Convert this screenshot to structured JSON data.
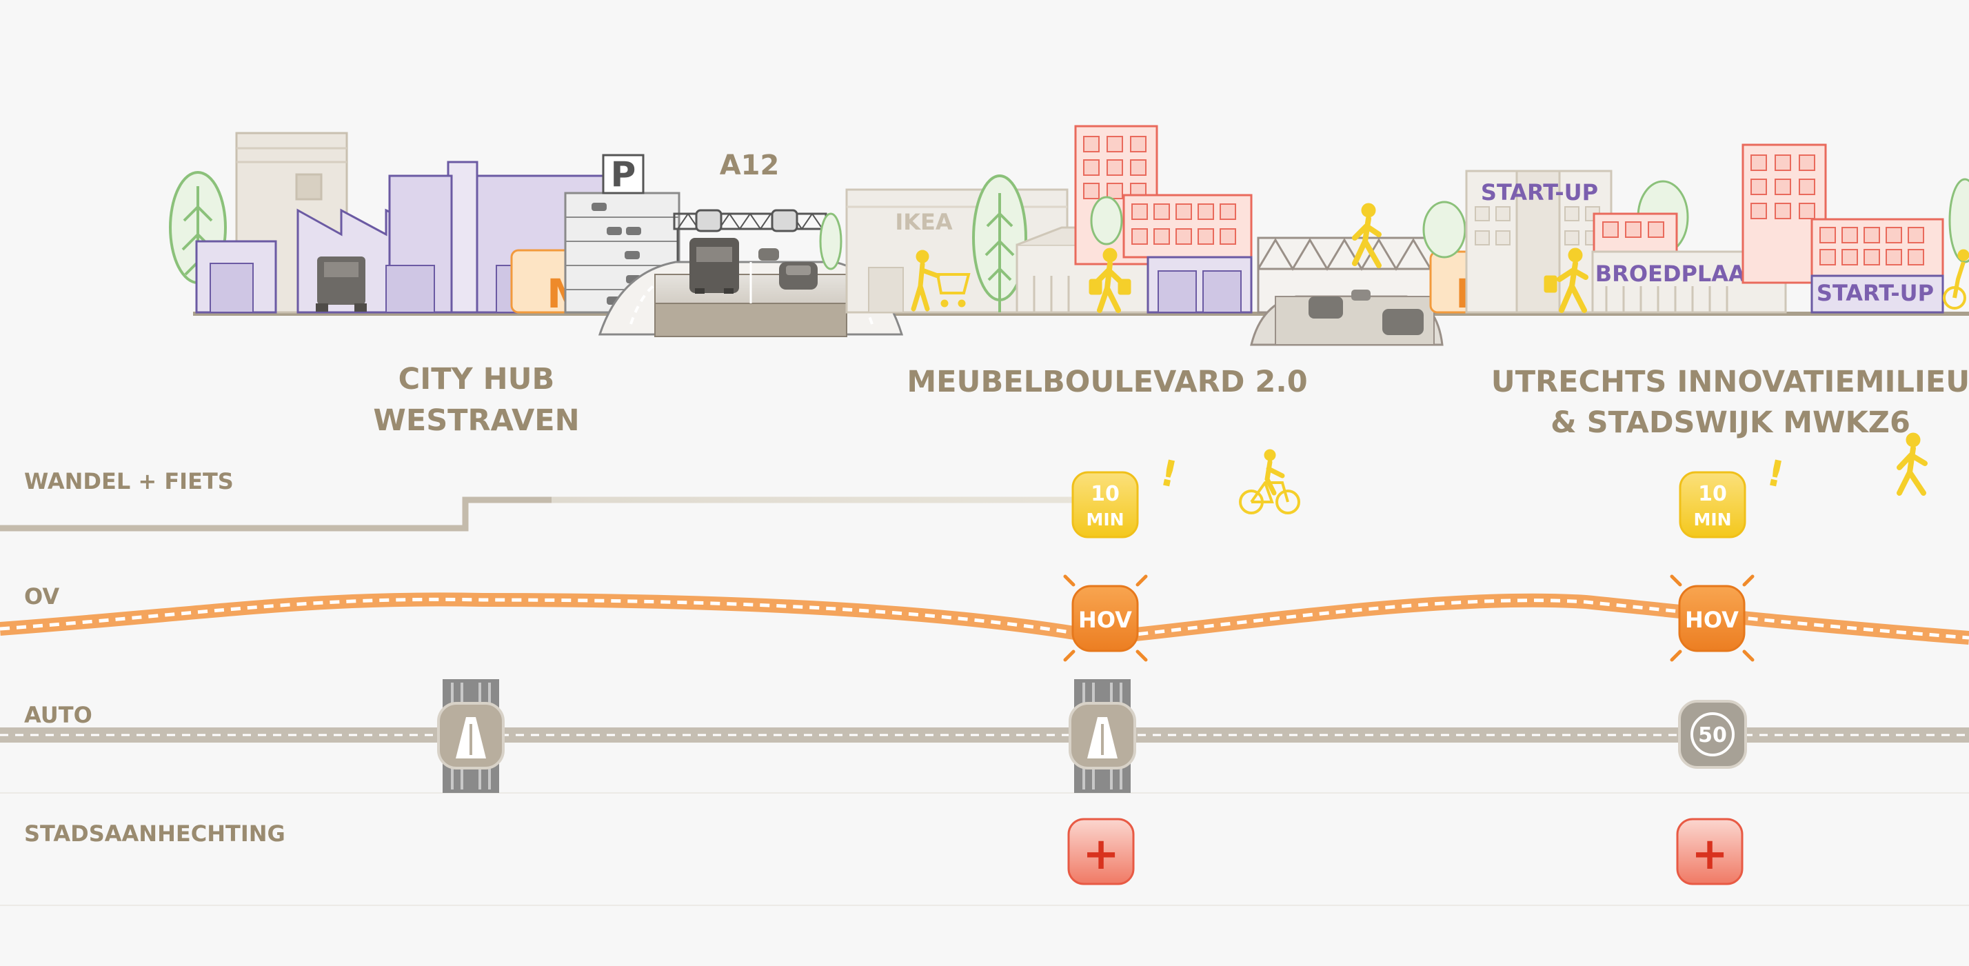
{
  "colors": {
    "background": "#f7f7f7",
    "text_khaki": "#9a8b70",
    "walk_yellow": "#f5cf2a",
    "walk_pale": "#f7e89a",
    "ov_orange": "#f4a45c",
    "hov_orange": "#f08a2a",
    "auto_gray": "#c5beb2",
    "stad_red": "#ef6a55",
    "purple": "#7b5fae",
    "tree_green": "#8bc17a",
    "building_red": "#e96a5c",
    "m_orange": "#f29a3c"
  },
  "scene": {
    "a12_label": "A12",
    "ikea_label": "IKEA",
    "parking_label": "P",
    "metro_label": "M",
    "startup_label_1": "START-UP",
    "broedplaats_label": "BROEDPLAATS",
    "startup_label_2": "START-UP"
  },
  "places": [
    {
      "id": "cityhub",
      "line1": "CITY HUB",
      "line2": "WESTRAVEN"
    },
    {
      "id": "meubel",
      "line1": "MEUBELBOULEVARD 2.0",
      "line2": ""
    },
    {
      "id": "utrecht",
      "line1": "UTRECHTS INNOVATIEMILIEU",
      "line2": "& STADSWIJK MWKZ6"
    }
  ],
  "rows": {
    "walk": {
      "label": "WANDEL + FIETS"
    },
    "ov": {
      "label": "OV"
    },
    "auto": {
      "label": "AUTO"
    },
    "stad": {
      "label": "STADSAANHECHTING"
    }
  },
  "badges": {
    "ten_min_top": "10",
    "ten_min_bottom": "MIN",
    "exclamation": "!",
    "hov": "HOV",
    "speed": "50",
    "plus": "+"
  },
  "icons": [
    "highway-icon",
    "speed-limit-icon",
    "plus-icon",
    "bicycle-icon",
    "pedestrian-icon",
    "tree-icon",
    "truck-icon",
    "car-icon",
    "shopping-cart-icon",
    "parking-icon",
    "metro-icon"
  ]
}
